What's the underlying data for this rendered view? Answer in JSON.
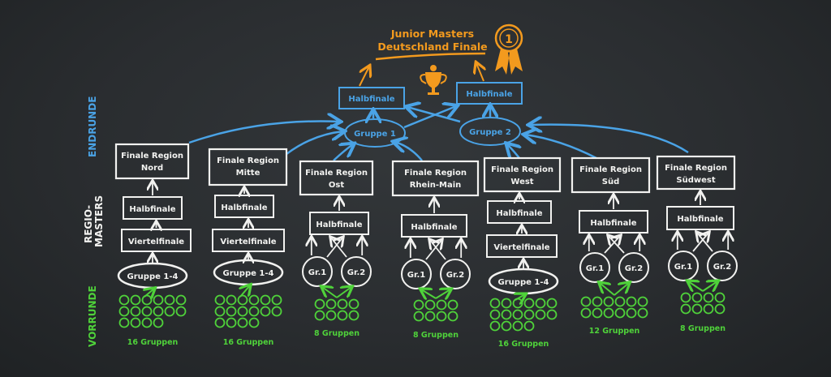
{
  "title": {
    "line1": "Junior Masters",
    "line2": "Deutschland Finale",
    "medal_number": "1"
  },
  "sections": {
    "endrunde": "ENDRUNDE",
    "regio_line1": "REGIO-",
    "regio_line2": "MASTERS",
    "vorrunde": "VORRUNDE"
  },
  "final_round": {
    "semifinal_1": "Halbfinale",
    "semifinal_2": "Halbfinale",
    "group_1": "Gruppe 1",
    "group_2": "Gruppe 2"
  },
  "regions": [
    {
      "line1": "Finale Region",
      "line2": "Nord",
      "stages": [
        "Halbfinale",
        "Viertelfinale"
      ],
      "prelim": "Gruppe 1-4",
      "groups": 16,
      "groups_label": "16 Gruppen"
    },
    {
      "line1": "Finale Region",
      "line2": "Mitte",
      "stages": [
        "Halbfinale",
        "Viertelfinale"
      ],
      "prelim": "Gruppe 1-4",
      "groups": 16,
      "groups_label": "16 Gruppen"
    },
    {
      "line1": "Finale Region",
      "line2": "Ost",
      "stages": [
        "Halbfinale"
      ],
      "prelim": [
        "Gr.1",
        "Gr.2"
      ],
      "groups": 8,
      "groups_label": "8 Gruppen"
    },
    {
      "line1": "Finale Region",
      "line2": "Rhein-Main",
      "stages": [
        "Halbfinale"
      ],
      "prelim": [
        "Gr.1",
        "Gr.2"
      ],
      "groups": 8,
      "groups_label": "8 Gruppen"
    },
    {
      "line1": "Finale Region",
      "line2": "West",
      "stages": [
        "Halbfinale",
        "Viertelfinale"
      ],
      "prelim": "Gruppe 1-4",
      "groups": 16,
      "groups_label": "16 Gruppen"
    },
    {
      "line1": "Finale Region",
      "line2": "Süd",
      "stages": [
        "Halbfinale"
      ],
      "prelim": [
        "Gr.1",
        "Gr.2"
      ],
      "groups": 12,
      "groups_label": "12 Gruppen"
    },
    {
      "line1": "Finale Region",
      "line2": "Südwest",
      "stages": [
        "Halbfinale"
      ],
      "prelim": [
        "Gr.1",
        "Gr.2"
      ],
      "groups": 8,
      "groups_label": "8 Gruppen"
    }
  ],
  "colors": {
    "chalk": "#f2f2f0",
    "blue": "#4aa3e6",
    "green": "#4fd23a",
    "orange": "#f39a1e"
  }
}
